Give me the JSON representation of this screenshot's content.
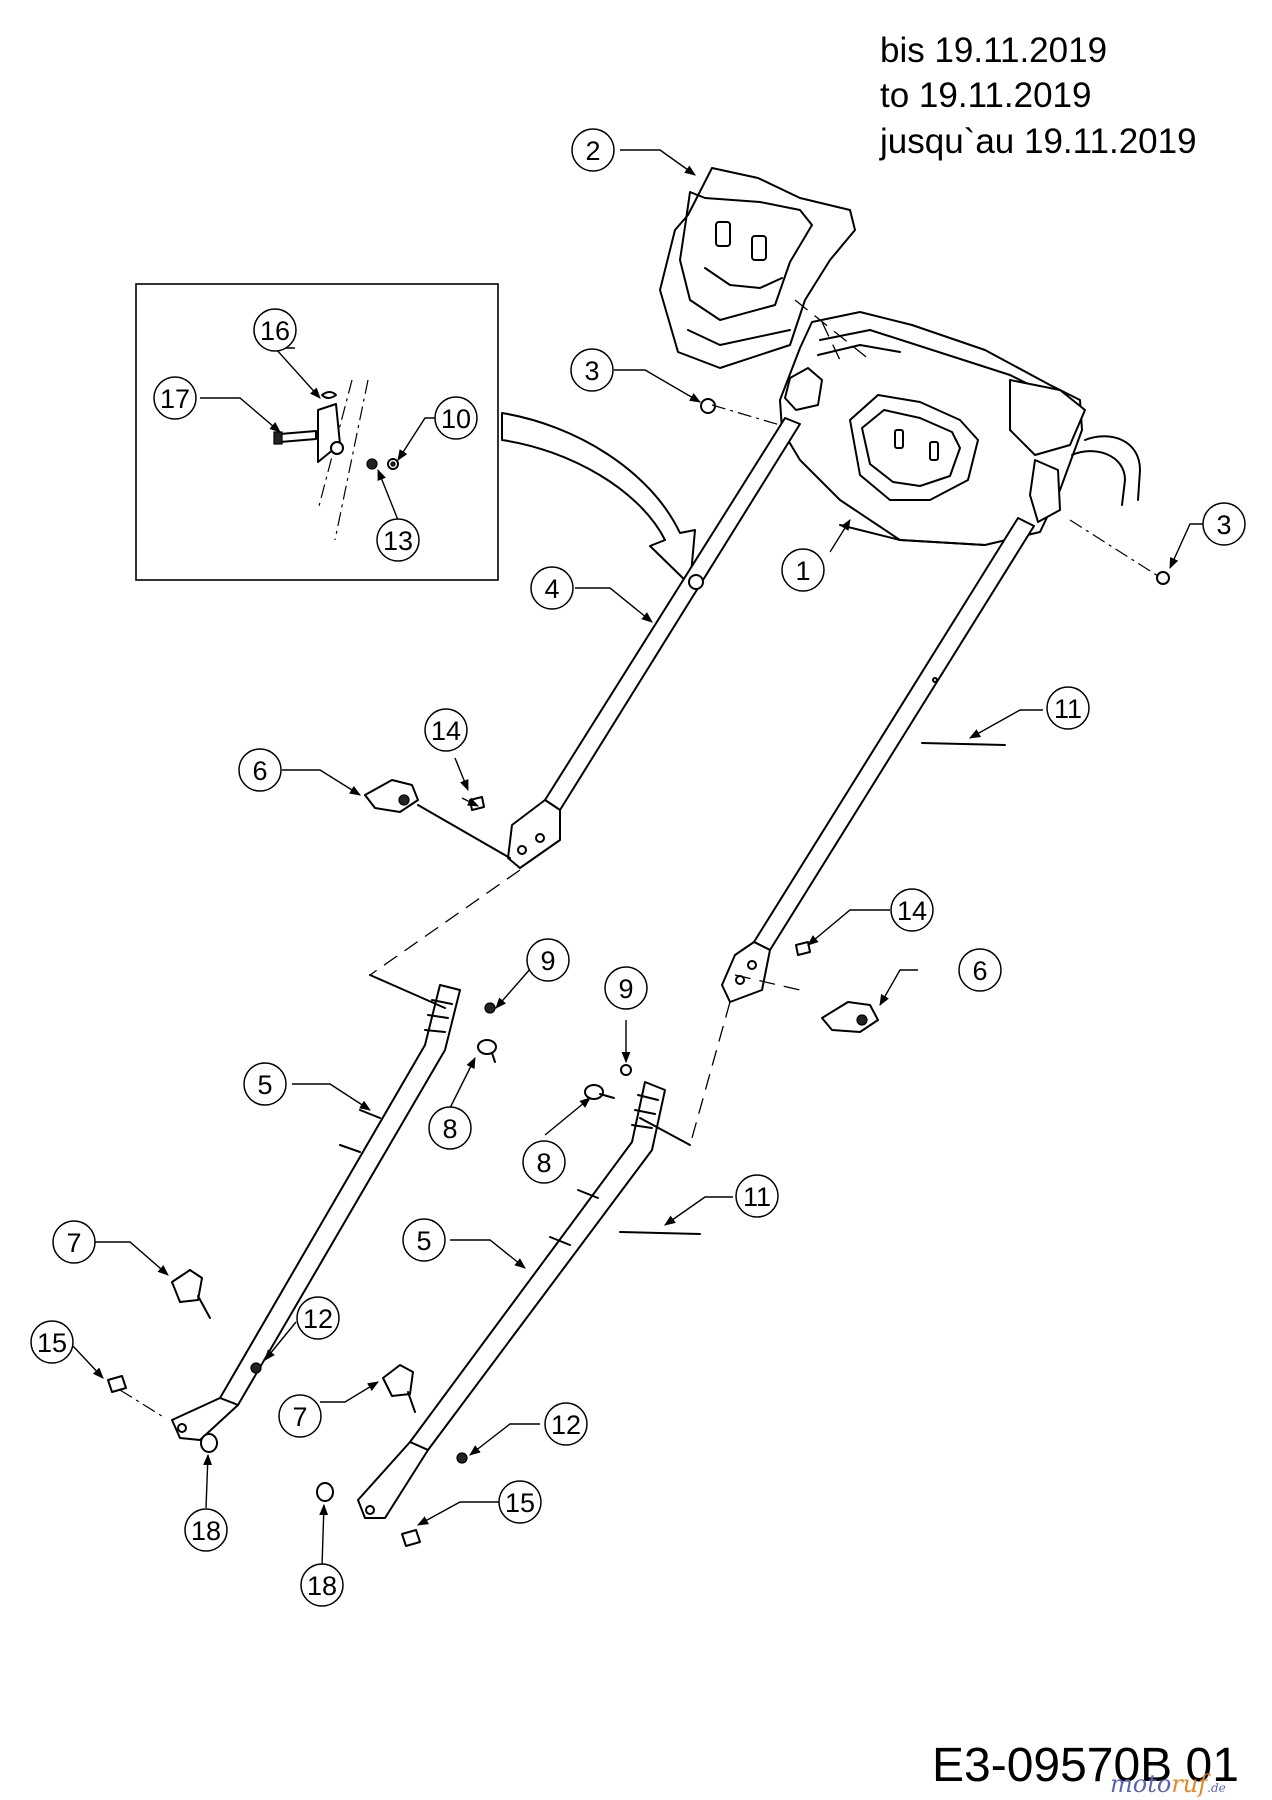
{
  "notes": {
    "line1": "bis 19.11.2019",
    "line2": "to 19.11.2019",
    "line3": "jusqu`au 19.11.2019"
  },
  "drawing_number": "E3-09570B 01",
  "watermark": {
    "part1": "moto",
    "part2": "ruf",
    "part3": ".de"
  },
  "callouts": {
    "c1": "1",
    "c2": "2",
    "c3a": "3",
    "c3b": "3",
    "c4": "4",
    "c5a": "5",
    "c5b": "5",
    "c6a": "6",
    "c6b": "6",
    "c7a": "7",
    "c7b": "7",
    "c8a": "8",
    "c8b": "8",
    "c9a": "9",
    "c9b": "9",
    "c10": "10",
    "c11a": "11",
    "c11b": "11",
    "c12a": "12",
    "c12b": "12",
    "c13": "13",
    "c14a": "14",
    "c14b": "14",
    "c15a": "15",
    "c15b": "15",
    "c16": "16",
    "c17": "17",
    "c18a": "18",
    "c18b": "18"
  }
}
